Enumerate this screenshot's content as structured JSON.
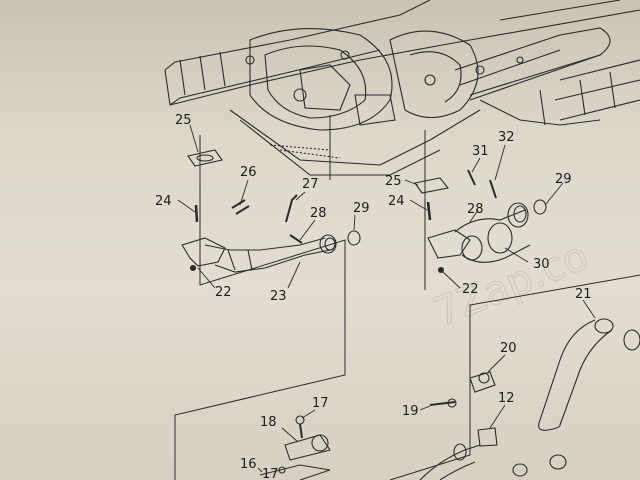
{
  "watermark": "7Zap.co",
  "callouts": {
    "c25a": "25",
    "c26": "26",
    "c24a": "24",
    "c27": "27",
    "c28a": "28",
    "c29a": "29",
    "c22a": "22",
    "c23": "23",
    "c31": "31",
    "c32": "32",
    "c25b": "25",
    "c24b": "24",
    "c28b": "28",
    "c29b": "29",
    "c30": "30",
    "c22b": "22",
    "c21": "21",
    "c20": "20",
    "c19": "19",
    "c12": "12",
    "c18": "18",
    "c17a": "17",
    "c16": "16",
    "c17b": "17"
  },
  "colors": {
    "ink": "#2a2a2a",
    "paper": "#e2ddd0",
    "watermark": "#b8b3a6"
  }
}
